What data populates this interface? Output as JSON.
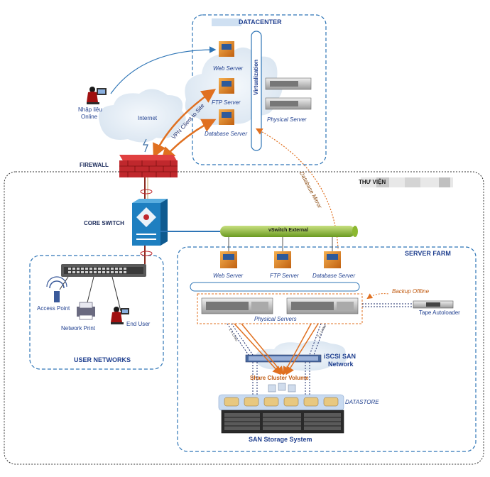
{
  "diagram": {
    "datacenter": {
      "title": "DATACENTER",
      "virtualization": "Virtualization",
      "web_server": "Web Server",
      "ftp_server": "FTP Server",
      "db_server": "Database Server",
      "physical_server": "Physical Server"
    },
    "internet": {
      "cloud_label": "Internet",
      "user_label_1": "Nhập liệu",
      "user_label_2": "Online",
      "vpn_label": "VPN Client to Site"
    },
    "firewall_label": "FIREWALL",
    "core_switch_label": "CORE SWITCH",
    "library_label": "THƯ VIỆN",
    "db_mirror_label": "Database Mirror",
    "vswitch_label": "vSwitch External",
    "user_networks": {
      "title": "USER NETWORKS",
      "access_point": "Access Point",
      "network_print": "Network Print",
      "end_user": "End User"
    },
    "server_farm": {
      "title": "SERVER FARM",
      "web_server": "Web Server",
      "ftp_server": "FTP Server",
      "db_server": "Database Server",
      "physical_servers": "Physical Servers",
      "backup_offline": "Backup Offline",
      "tape_autoloader": "Tape Autoloader",
      "iscsi_1": "iSCSI SAN",
      "iscsi_2": "Network",
      "share_cluster": "Share Cluster Volume",
      "datastore": "DATASTORE",
      "san_storage": "SAN Storage System",
      "link_label": "2 x Links"
    },
    "colors": {
      "zone_border": "#2e75b6",
      "label_blue": "#1f3f8f",
      "orange": "#e07020",
      "firewall_red": "#c0282d",
      "switch_blue": "#1e7fc0",
      "vswitch_green": "#8cb830"
    }
  }
}
